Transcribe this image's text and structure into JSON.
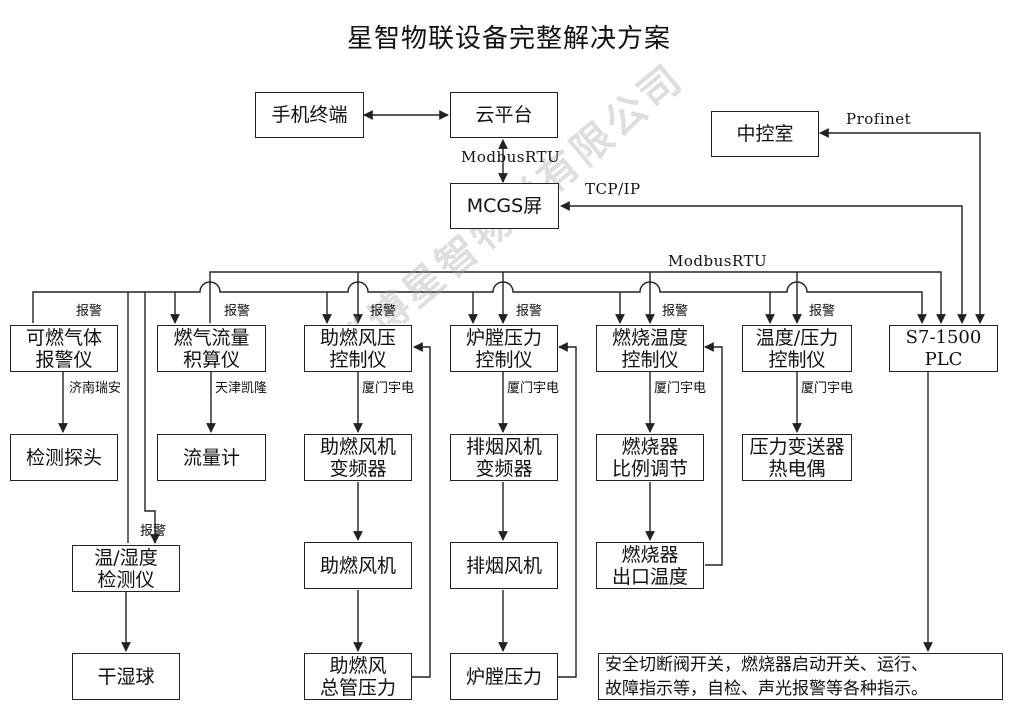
{
  "title": "星智物联设备完整解决方案",
  "watermark": "淄博星智物联有限公司",
  "nodes": {
    "phone": "手机终端",
    "cloud": "云平台",
    "mcgs": "MCGS屏",
    "control_room": "中控室",
    "gas_alarm": "可燃气体\n报警仪",
    "gas_flow": "燃气流量\n积算仪",
    "comb_fan_ctrl": "助燃风压\n控制仪",
    "furnace_ctrl": "炉膛压力\n控制仪",
    "burn_temp_ctrl": "燃烧温度\n控制仪",
    "temp_press_ctrl": "温度/压力\n控制仪",
    "plc": "S7-1500\nPLC",
    "probe": "检测探头",
    "flowmeter": "流量计",
    "comb_vfd": "助燃风机\n变频器",
    "exhaust_vfd": "排烟风机\n变频器",
    "burner_ratio": "燃烧器\n比例调节",
    "press_transmitter": "压力变送器\n热电偶",
    "humidity": "温/湿度\n检测仪",
    "comb_fan": "助燃风机",
    "exhaust_fan": "排烟风机",
    "burner_outlet": "燃烧器\n出口温度",
    "dry_wet_ball": "干湿球",
    "comb_pipe": "助燃风\n总管压力",
    "furnace_press": "炉膛压力",
    "plc_note": "安全切断阀开关，燃烧器启动开关、运行、\n故障指示等，自检、声光报警等各种指示。"
  },
  "labels": {
    "modbus_top": "ModbusRTU",
    "tcpip": "TCP/IP",
    "profinet": "Profinet",
    "modbus_bus": "ModbusRTU",
    "alarm": "报警",
    "jinan": "济南瑞安",
    "tianjin": "天津凯隆",
    "xiamen": "厦门宇电"
  }
}
